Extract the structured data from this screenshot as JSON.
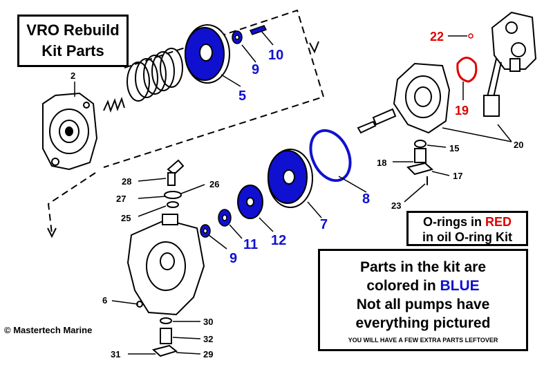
{
  "title": {
    "line1": "VRO Rebuild",
    "line2": "Kit Parts"
  },
  "oring_note": {
    "pre": "O-rings in ",
    "highlight": "RED",
    "line2": "in oil O-ring Kit"
  },
  "kit_note": {
    "line1": "Parts in the kit are",
    "line2_pre": "colored in ",
    "line2_highlight": "BLUE",
    "line3": "Not all pumps have",
    "line4": "everything pictured",
    "line5": "YOU WILL HAVE A FEW EXTRA PARTS LEFTOVER"
  },
  "copyright": "© Mastertech Marine",
  "colors": {
    "kit_parts": "#1010d0",
    "orings": "#e00000",
    "outline": "#000000"
  },
  "callouts": {
    "c2": "2",
    "c5": "5",
    "c6": "6",
    "c7": "7",
    "c8": "8",
    "c9a": "9",
    "c9b": "9",
    "c10": "10",
    "c11": "11",
    "c12": "12",
    "c15": "15",
    "c17": "17",
    "c18": "18",
    "c19": "19",
    "c20": "20",
    "c22": "22",
    "c23": "23",
    "c25": "25",
    "c26": "26",
    "c27": "27",
    "c28": "28",
    "c29": "29",
    "c30": "30",
    "c31": "31",
    "c32": "32"
  }
}
